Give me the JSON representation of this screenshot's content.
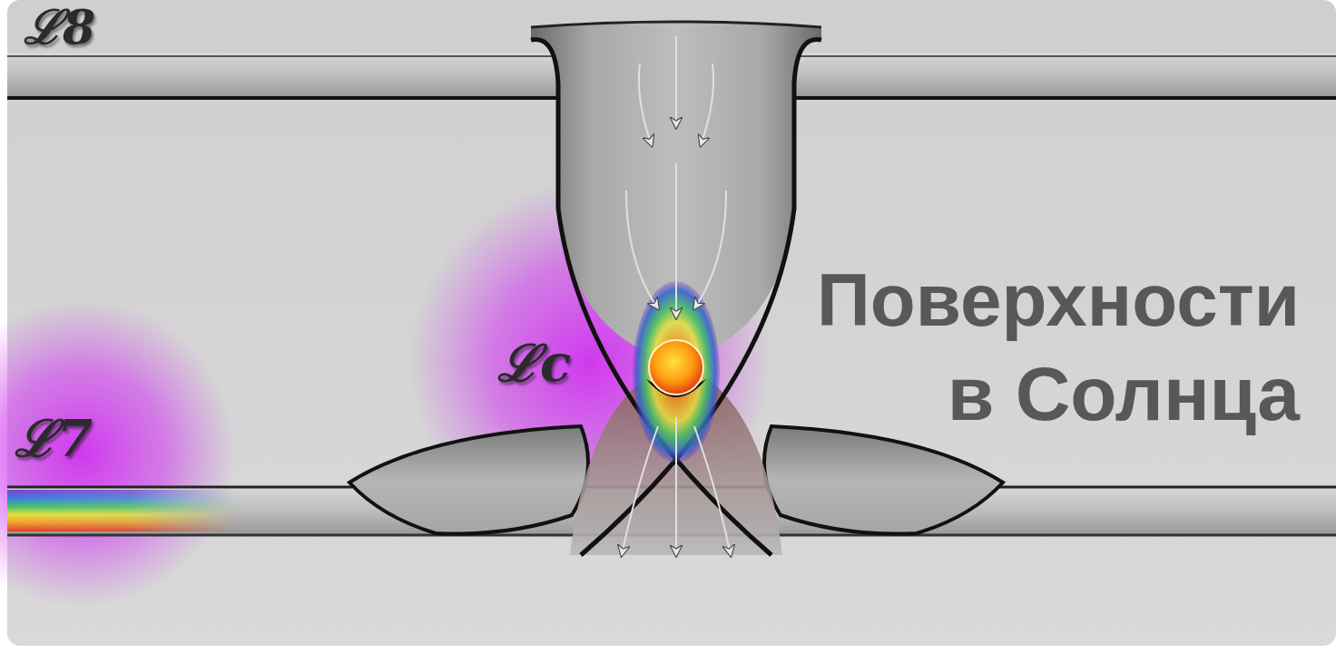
{
  "diagram": {
    "labels": [
      "ℒ8",
      "ℒc",
      "ℒ7",
      "Поверхности",
      "в Солнца"
    ]
  }
}
